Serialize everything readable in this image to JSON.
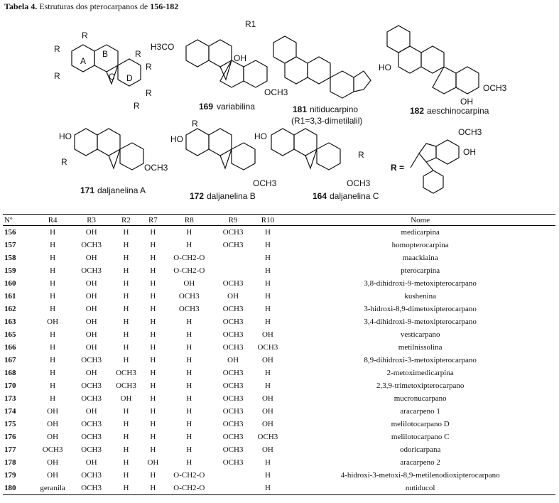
{
  "caption": {
    "label": "Tabela 4.",
    "text": " Estruturas dos pterocarpanos de ",
    "range": "156-182"
  },
  "structures": {
    "general": {
      "r4": "R",
      "r3": "R",
      "r2": "R",
      "r7": "R",
      "r8": "R",
      "r9": "R",
      "r10": "R",
      "ringA": "A",
      "ringB": "B",
      "ringC": "C",
      "ringD": "D"
    },
    "s169": {
      "num": "169",
      "name": "variabilina",
      "sub_meo": "H3CO",
      "sub_oh": "OH",
      "sub_och3": "OCH3"
    },
    "s181": {
      "num": "181",
      "name": "nitiducarpino",
      "note": "(R1=3,3-dimetilalil)",
      "sub_r1": "R1"
    },
    "s182": {
      "num": "182",
      "name": "aeschinocarpina",
      "sub_ho": "HO",
      "sub_oh": "OH",
      "sub_och3": "OCH3"
    },
    "s171": {
      "num": "171",
      "name": "daljanelina A",
      "sub_ho": "HO",
      "sub_r": "R",
      "sub_och3": "OCH3"
    },
    "s172": {
      "num": "172",
      "name": "daljanelina B",
      "sub_ho": "HO",
      "sub_r": "R",
      "sub_och3": "OCH3"
    },
    "s164": {
      "num": "164",
      "name": "daljanelina C",
      "sub_ho": "HO",
      "sub_r": "R",
      "sub_och3": "OCH3"
    },
    "rgroup": {
      "r": "R =",
      "sub_och3": "OCH3",
      "sub_oh": "OH"
    }
  },
  "table": {
    "headers": [
      "Nº",
      "R4",
      "R3",
      "R2",
      "R7",
      "R8",
      "R9",
      "R10",
      "Nome"
    ],
    "rows": [
      [
        "156",
        "H",
        "OH",
        "H",
        "H",
        "H",
        "OCH3",
        "H",
        "medicarpina"
      ],
      [
        "157",
        "H",
        "OCH3",
        "H",
        "H",
        "H",
        "OCH3",
        "H",
        "homopterocarpina"
      ],
      [
        "158",
        "H",
        "OH",
        "H",
        "H",
        "O-CH2-O",
        "",
        "H",
        "maackiaina"
      ],
      [
        "159",
        "H",
        "OCH3",
        "H",
        "H",
        "O-CH2-O",
        "",
        "H",
        "pterocarpina"
      ],
      [
        "160",
        "H",
        "OH",
        "H",
        "H",
        "OH",
        "OCH3",
        "H",
        "3,8-dihidroxi-9-metoxipterocarpano"
      ],
      [
        "161",
        "H",
        "OH",
        "H",
        "H",
        "OCH3",
        "OH",
        "H",
        "kushenina"
      ],
      [
        "162",
        "H",
        "OH",
        "H",
        "H",
        "OCH3",
        "OCH3",
        "H",
        "3-hidroxi-8,9-dimetoxipterocarpano"
      ],
      [
        "163",
        "OH",
        "OH",
        "H",
        "H",
        "H",
        "OCH3",
        "H",
        "3,4-dihidroxi-9-metoxipterocarpano"
      ],
      [
        "165",
        "H",
        "OH",
        "H",
        "H",
        "H",
        "OCH3",
        "OH",
        "vesticarpano"
      ],
      [
        "166",
        "H",
        "OH",
        "H",
        "H",
        "H",
        "OCH3",
        "OCH3",
        "metilnissolina"
      ],
      [
        "167",
        "H",
        "OCH3",
        "H",
        "H",
        "H",
        "OH",
        "OH",
        "8,9-dihidroxi-3-metoxipterocarpano"
      ],
      [
        "168",
        "H",
        "OH",
        "OCH3",
        "H",
        "H",
        "OCH3",
        "H",
        "2-metoximedicarpina"
      ],
      [
        "170",
        "H",
        "OCH3",
        "OCH3",
        "H",
        "H",
        "OCH3",
        "H",
        "2,3,9-trimetoxipterocarpano"
      ],
      [
        "173",
        "H",
        "OCH3",
        "OH",
        "H",
        "H",
        "OCH3",
        "OH",
        "mucronucarpano"
      ],
      [
        "174",
        "OH",
        "OH",
        "H",
        "H",
        "H",
        "OCH3",
        "OH",
        "aracarpeno 1"
      ],
      [
        "175",
        "OH",
        "OCH3",
        "H",
        "H",
        "H",
        "OCH3",
        "OH",
        "melilotocarpano D"
      ],
      [
        "176",
        "OH",
        "OCH3",
        "H",
        "H",
        "H",
        "OCH3",
        "OCH3",
        "melilotocarpano C"
      ],
      [
        "177",
        "OCH3",
        "OCH3",
        "H",
        "H",
        "H",
        "OCH3",
        "OH",
        "odoricarpana"
      ],
      [
        "178",
        "OH",
        "OH",
        "H",
        "OH",
        "H",
        "OCH3",
        "H",
        "aracarpeno 2"
      ],
      [
        "179",
        "OH",
        "OCH3",
        "H",
        "H",
        "O-CH2-O",
        "",
        "H",
        "4-hidroxi-3-metoxi-8,9-metilenodioxipterocarpano"
      ],
      [
        "180",
        "geranila",
        "OCH3",
        "H",
        "H",
        "O-CH2-O",
        "",
        "H",
        "nutiducol"
      ]
    ]
  }
}
